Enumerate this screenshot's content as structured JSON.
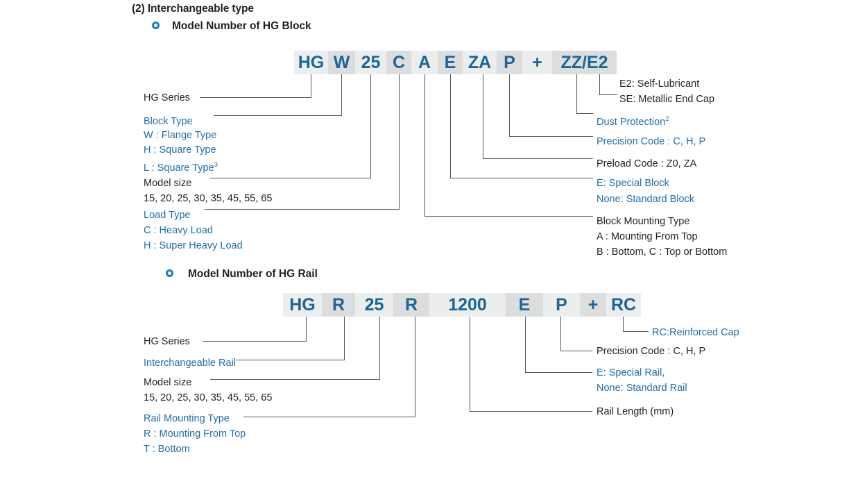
{
  "page": {
    "section_title": "(2) Interchangeable type"
  },
  "block": {
    "heading": "Model Number of HG Block",
    "bullet_icon": "ring-bullet-icon",
    "code_segments": [
      {
        "text": "HG",
        "shade": "light"
      },
      {
        "text": "W",
        "shade": "dark"
      },
      {
        "text": "25",
        "shade": "light"
      },
      {
        "text": "C",
        "shade": "dark"
      },
      {
        "text": "A",
        "shade": "light"
      },
      {
        "text": "E",
        "shade": "dark"
      },
      {
        "text": "ZA",
        "shade": "light"
      },
      {
        "text": "P",
        "shade": "dark"
      },
      {
        "text": "+",
        "shade": "light"
      },
      {
        "text": "ZZ/E2",
        "shade": "dark"
      }
    ],
    "left_labels": [
      {
        "title": "HG Series",
        "title_color": "black",
        "details": []
      },
      {
        "title": "Block  Type",
        "title_color": "blue",
        "details": [
          "W : Flange  Type",
          "H : Square Type",
          "L : Square Type"
        ],
        "detail_superscripts": [
          "",
          "",
          "3"
        ]
      },
      {
        "title": "Model size",
        "title_color": "black",
        "details": [
          "15, 20, 25, 30, 35, 45, 55, 65"
        ]
      },
      {
        "title": "Load Type",
        "title_color": "blue",
        "details": [
          "C : Heavy Load",
          "H : Super Heavy Load"
        ]
      }
    ],
    "right_labels": [
      {
        "lines": [
          "E2: Self-Lubricant",
          "SE: Metallic End Cap"
        ],
        "color": "black"
      },
      {
        "lines": [
          "Dust Protection"
        ],
        "superscript": "2",
        "color": "blue"
      },
      {
        "lines": [
          "Precision Code : C, H, P"
        ],
        "color": "blue"
      },
      {
        "lines": [
          "Preload Code : Z0, ZA"
        ],
        "color": "black"
      },
      {
        "lines": [
          "E: Special Block",
          "None: Standard Block"
        ],
        "color": "blue"
      },
      {
        "lines": [
          "Block Mounting Type",
          "A : Mounting From Top",
          "B : Bottom, C : Top or Bottom"
        ],
        "color": "black"
      }
    ]
  },
  "rail": {
    "heading": "Model Number of HG Rail",
    "bullet_icon": "ring-bullet-icon",
    "code_segments": [
      {
        "text": "HG",
        "shade": "light"
      },
      {
        "text": "R",
        "shade": "dark"
      },
      {
        "text": "25",
        "shade": "light"
      },
      {
        "text": "R",
        "shade": "dark"
      },
      {
        "text": "1200",
        "shade": "light"
      },
      {
        "text": "E",
        "shade": "dark"
      },
      {
        "text": "P",
        "shade": "light"
      },
      {
        "text": "+",
        "shade": "dark"
      },
      {
        "text": "RC",
        "shade": "light"
      }
    ],
    "left_labels": [
      {
        "title": "HG Series",
        "title_color": "black",
        "details": []
      },
      {
        "title": "Interchangeable Rail",
        "title_color": "blue",
        "details": []
      },
      {
        "title": "Model size",
        "title_color": "black",
        "details": [
          "15, 20, 25, 30, 35, 45, 55, 65"
        ]
      },
      {
        "title": "Rail Mounting Type",
        "title_color": "blue",
        "details": [
          "R : Mounting From Top",
          "T : Bottom"
        ]
      }
    ],
    "right_labels": [
      {
        "lines": [
          "RC:Reinforced Cap"
        ],
        "color": "blue"
      },
      {
        "lines": [
          "Precision Code : C, H, P"
        ],
        "color": "black"
      },
      {
        "lines": [
          "E: Special Rail,",
          "None: Standard Rail"
        ],
        "color": "blue"
      },
      {
        "lines": [
          "Rail Length (mm)"
        ],
        "color": "black"
      }
    ]
  },
  "colors": {
    "code_text": "#1a6699",
    "accent_blue": "#1f6eab",
    "bullet_blue": "#1a7fc1",
    "box_light": "#eceded",
    "box_dark": "#dcdddd",
    "line": "#595757",
    "body_text": "#231f20"
  }
}
